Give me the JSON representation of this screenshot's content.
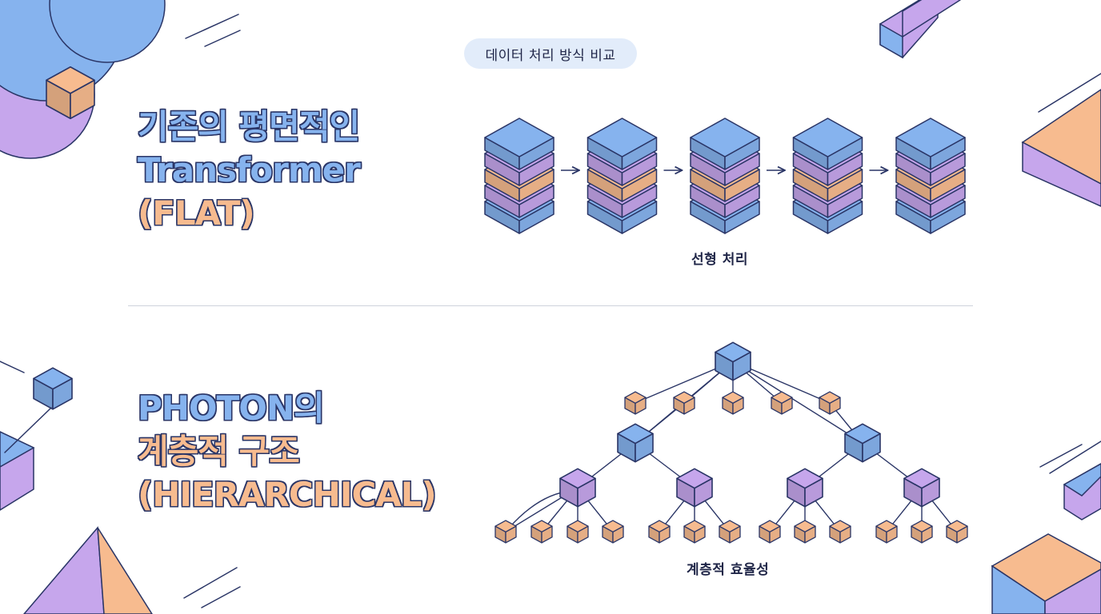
{
  "badge": {
    "label": "데이터 처리 방식 비교"
  },
  "flat": {
    "title_line1": "기존의 평면적인",
    "title_line2": "Transformer",
    "title_line3": "(FLAT)",
    "caption": "선형 처리",
    "stack_count": 5
  },
  "hierarchical": {
    "title_line1": "PHOTON의",
    "title_line2": "계층적 구조",
    "title_line3": "(HIERARCHICAL)",
    "caption": "계층적 효율성"
  },
  "colors": {
    "blue": "#86b3ee",
    "purple": "#c6a6ec",
    "orange": "#f7bb8f",
    "outline": "#2a3566"
  }
}
